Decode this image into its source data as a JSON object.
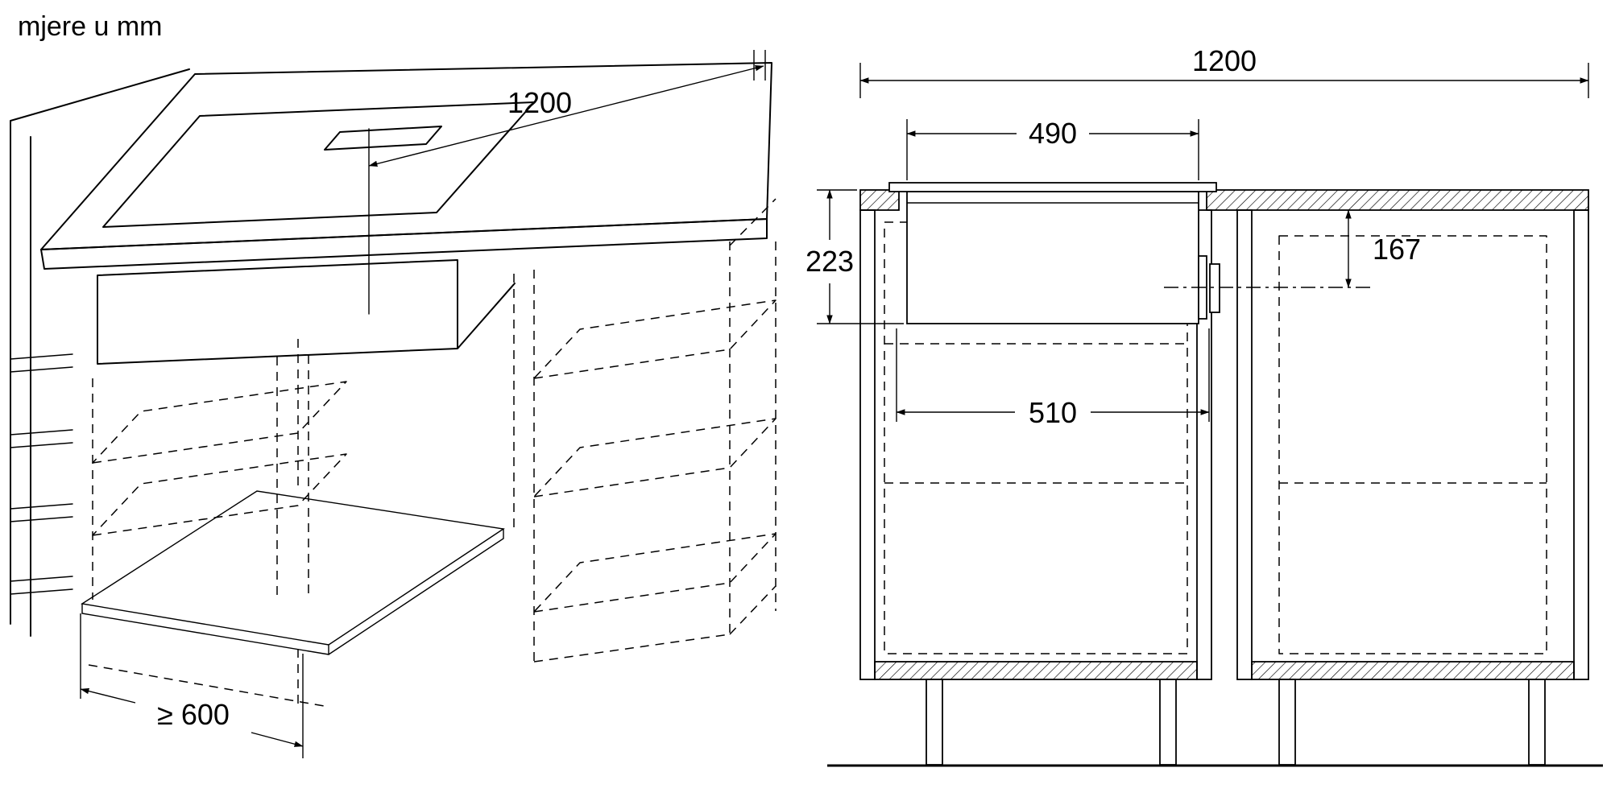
{
  "title": "mjere u mm",
  "colors": {
    "background": "#ffffff",
    "line": "#000000",
    "panel_fill": "#d9d9d9"
  },
  "iso_view": {
    "dim_width": "1200",
    "dim_min_cabinet_width": "≥ 600"
  },
  "front_view": {
    "dim_total_width": "1200",
    "dim_cutout_width": "490",
    "dim_depth_below_worktop": "223",
    "dim_outlet_center_offset": "167",
    "dim_housing_width": "510"
  }
}
